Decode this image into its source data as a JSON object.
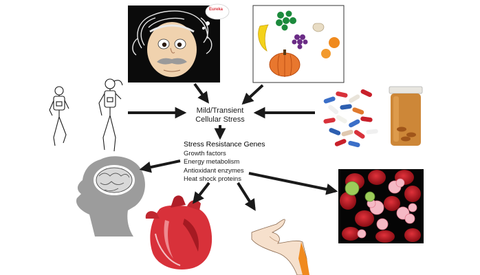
{
  "center": {
    "line1": "Mild/Transient",
    "line2": "Cellular Stress"
  },
  "speech_bubble": {
    "text": "Eureka"
  },
  "genes": {
    "title": "Stress Resistance Genes",
    "items": [
      "Growth factors",
      "Energy metabolism",
      "Antioxidant enzymes",
      "Heat shock proteins"
    ]
  },
  "colors": {
    "arrow": "#1a1a1a",
    "heart_red": "#d8313a",
    "pumpkin_orange": "#e8772e",
    "blood_cell_red": "#c8202a",
    "cell_pink": "#f5b9c5",
    "cell_green": "#9ccc5a",
    "pill_bottle": "#c87a22",
    "brain_gray": "#9c9c9c"
  }
}
